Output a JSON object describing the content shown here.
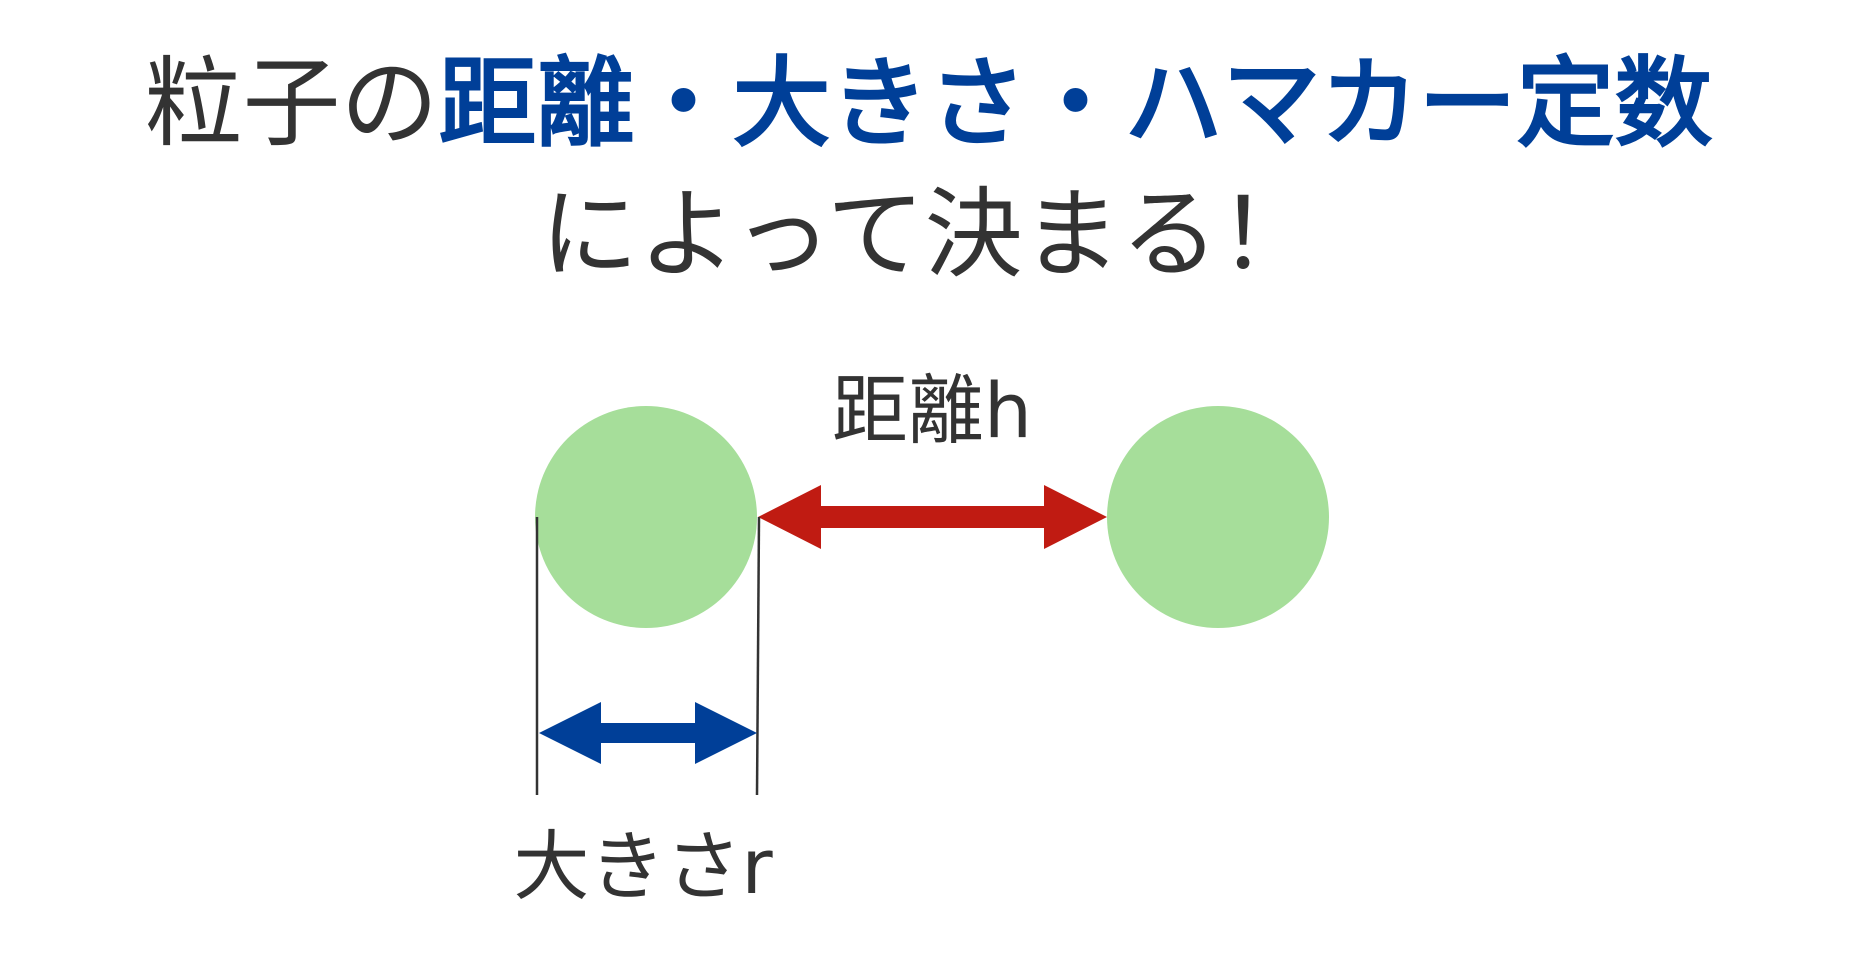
{
  "title": {
    "line1_prefix": "粒子の",
    "line1_highlight": "距離・大きさ・ハマカー定数",
    "line2": "によって決まる！"
  },
  "diagram": {
    "distance_label": "距離h",
    "size_label": "大きさr"
  },
  "colors": {
    "particle": "#a6de9a",
    "distance_arrow": "#c01b12",
    "size_arrow": "#003f98",
    "highlight_text": "#003f98",
    "text": "#333333"
  }
}
